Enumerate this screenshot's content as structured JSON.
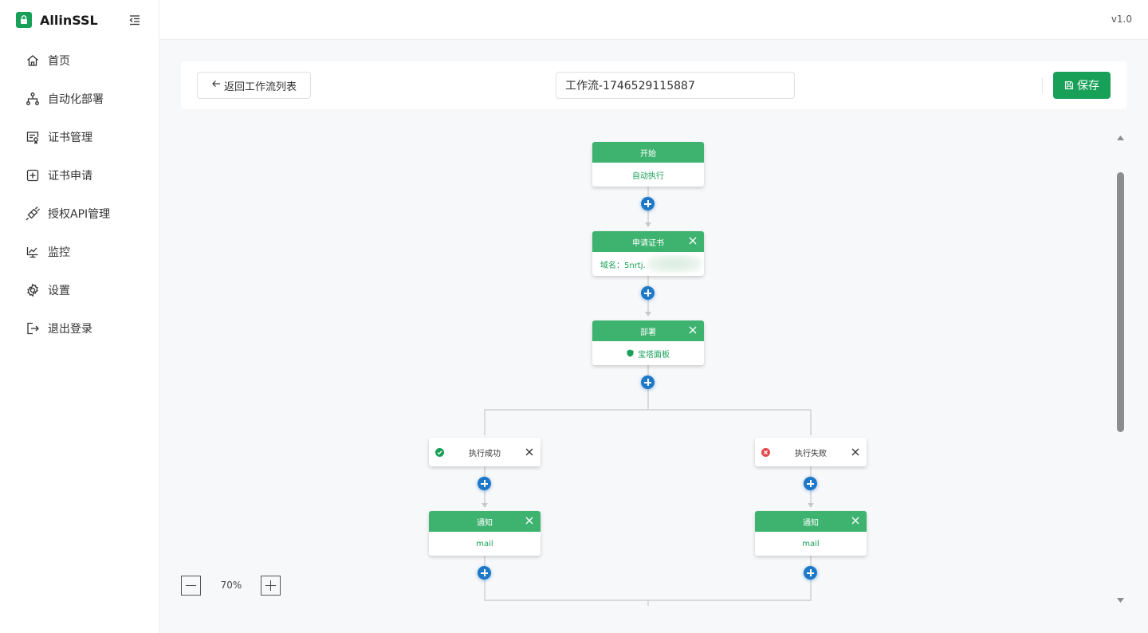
{
  "app": {
    "title": "AllinSSL",
    "version": "v1.0"
  },
  "sidebar": {
    "items": [
      {
        "label": "首页",
        "icon": "home-icon"
      },
      {
        "label": "自动化部署",
        "icon": "workflow-icon"
      },
      {
        "label": "证书管理",
        "icon": "certificate-icon"
      },
      {
        "label": "证书申请",
        "icon": "plus-square-icon"
      },
      {
        "label": "授权API管理",
        "icon": "api-plug-icon"
      },
      {
        "label": "监控",
        "icon": "monitor-icon"
      },
      {
        "label": "设置",
        "icon": "gear-icon"
      },
      {
        "label": "退出登录",
        "icon": "logout-icon"
      }
    ]
  },
  "toolbar": {
    "back_label": "返回工作流列表",
    "workflow_name": "工作流-1746529115887",
    "save_label": "保存"
  },
  "flow": {
    "start": {
      "title": "开始",
      "body": "自动执行"
    },
    "apply": {
      "title": "申请证书",
      "body": "域名：5nrtj."
    },
    "deploy": {
      "title": "部署",
      "body": "宝塔面板",
      "icon": "baota-shield-icon"
    },
    "branch_success": {
      "label": "执行成功",
      "status_color": "#18a058"
    },
    "branch_fail": {
      "label": "执行失败",
      "status_color": "#e5484d"
    },
    "notify_left": {
      "title": "通知",
      "body": "mail"
    },
    "notify_right": {
      "title": "通知",
      "body": "mail"
    }
  },
  "zoom": {
    "level": "70%"
  },
  "colors": {
    "accent": "#18a058",
    "node_header": "#3eb370",
    "add_button": "#1e78c8"
  }
}
